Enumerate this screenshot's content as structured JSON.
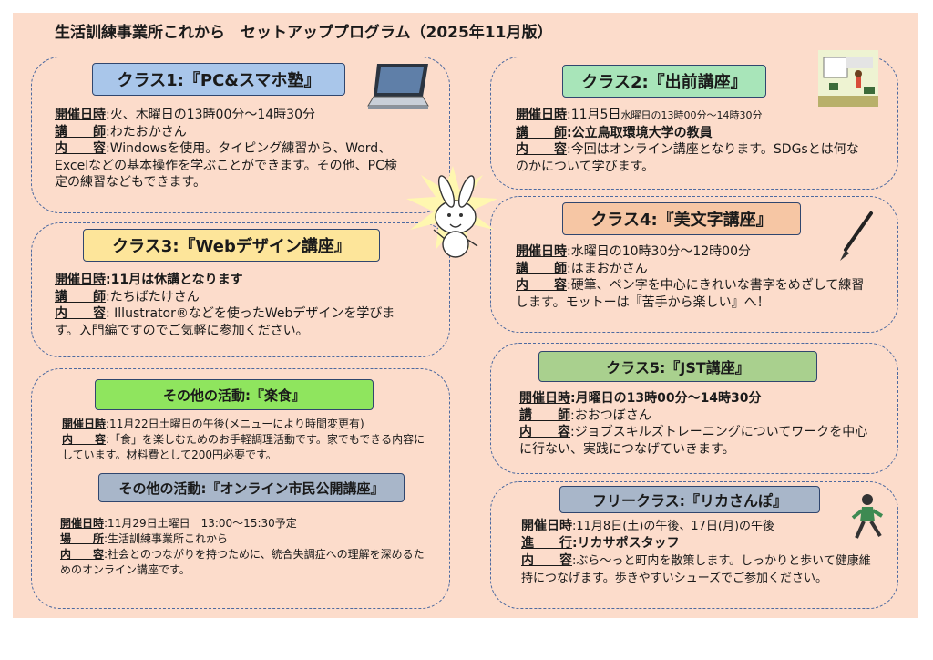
{
  "title": "生活訓練事業所これから　セットアッププログラム（2025年11月版）",
  "colors": {
    "background": "#fcdccb",
    "class1": "#a9c6ea",
    "class2": "#a8e5b9",
    "class3": "#fde59a",
    "class4": "#f6c6a4",
    "class5": "#a9d08e",
    "rakushoku": "#8fe55e",
    "online": "#a8b6c9",
    "free": "#a8b6c9"
  },
  "class1": {
    "heading": "クラス1:『PC&スマホ塾』",
    "date_label": "開催日時",
    "date": ":火、木曜日の13時00分～14時30分",
    "teacher_label": "講　　師",
    "teacher": ":わたおかさん",
    "content_label": "内　　容",
    "content": ":Windowsを使用。タイピング練習から、Word、Excelなどの基本操作を学ぶことができます。その他、PC検定の練習などもできます。",
    "icon": "laptop-icon"
  },
  "class2": {
    "heading": "クラス2:『出前講座』",
    "date_label": "開催日時",
    "date_main": ":11月5日",
    "date_small": "水曜日の13時00分～14時30分",
    "teacher_label": "講　　師",
    "teacher": ":公立鳥取環境大学の教員",
    "content_label": "内　　容",
    "content": ":今回はオンライン講座となります。SDGsとは何なのかについて学びます。",
    "icon": "lecture-icon"
  },
  "class3": {
    "heading": "クラス3:『Webデザイン講座』",
    "date_label": "開催日時",
    "date": ":11月は休講となります",
    "teacher_label": "講　　師",
    "teacher": ":たちばたけさん",
    "content_label": "内　　容",
    "content": ": Illustrator®などを使ったWebデザインを学びます。入門編ですのでご気軽に参加ください。"
  },
  "class4": {
    "heading": "クラス4:『美文字講座』",
    "date_label": "開催日時",
    "date": ":水曜日の10時30分～12時00分",
    "teacher_label": "講　　師",
    "teacher": ":はまおかさん",
    "content_label": "内　　容",
    "content": ":硬筆、ペン字を中心にきれいな書字をめざして練習します。モットーは『苦手から楽しい』へ！",
    "icon": "brush-icon"
  },
  "class5": {
    "heading": "クラス5:『JST講座』",
    "date_label": "開催日時",
    "date": ":月曜日の13時00分～14時30分",
    "teacher_label": "講　　師",
    "teacher": ":おおつぼさん",
    "content_label": "内　　容",
    "content": ":ジョブスキルズトレーニングについてワークを中心に行ない、実践につなげていきます。"
  },
  "rakushoku": {
    "heading": "その他の活動:『楽食』",
    "date_label": "開催日時",
    "date": ":11月22日土曜日の午後(メニューにより時間変更有)",
    "content_label": "内　　容",
    "content": ":「食」を楽しむためのお手軽調理活動です。家でもできる内容にしています。材料費として200円必要です。"
  },
  "online": {
    "heading": "その他の活動:『オンライン市民公開講座』",
    "date_label": "開催日時",
    "date": ":11月29日土曜日　13:00～15:30予定",
    "place_label": "場　　所",
    "place": ":生活訓練事業所これから",
    "content_label": "内　　容",
    "content": ":社会とのつながりを持つために、統合失調症への理解を深めるためのオンライン講座です。"
  },
  "free": {
    "heading": "フリークラス:『リカさんぽ』",
    "date_label": "開催日時",
    "date": ":11月8日(土)の午後、17日(月)の午後",
    "lead_label": "進　　行",
    "lead": ":リカサポスタッフ",
    "content_label": "内　　容",
    "content": ":ぶら～っと町内を散策します。しっかりと歩いて健康維持につなげます。歩きやすいシューズでご参加ください。",
    "icon": "walking-person-icon"
  },
  "mascot": "rabbit-mascot-icon"
}
